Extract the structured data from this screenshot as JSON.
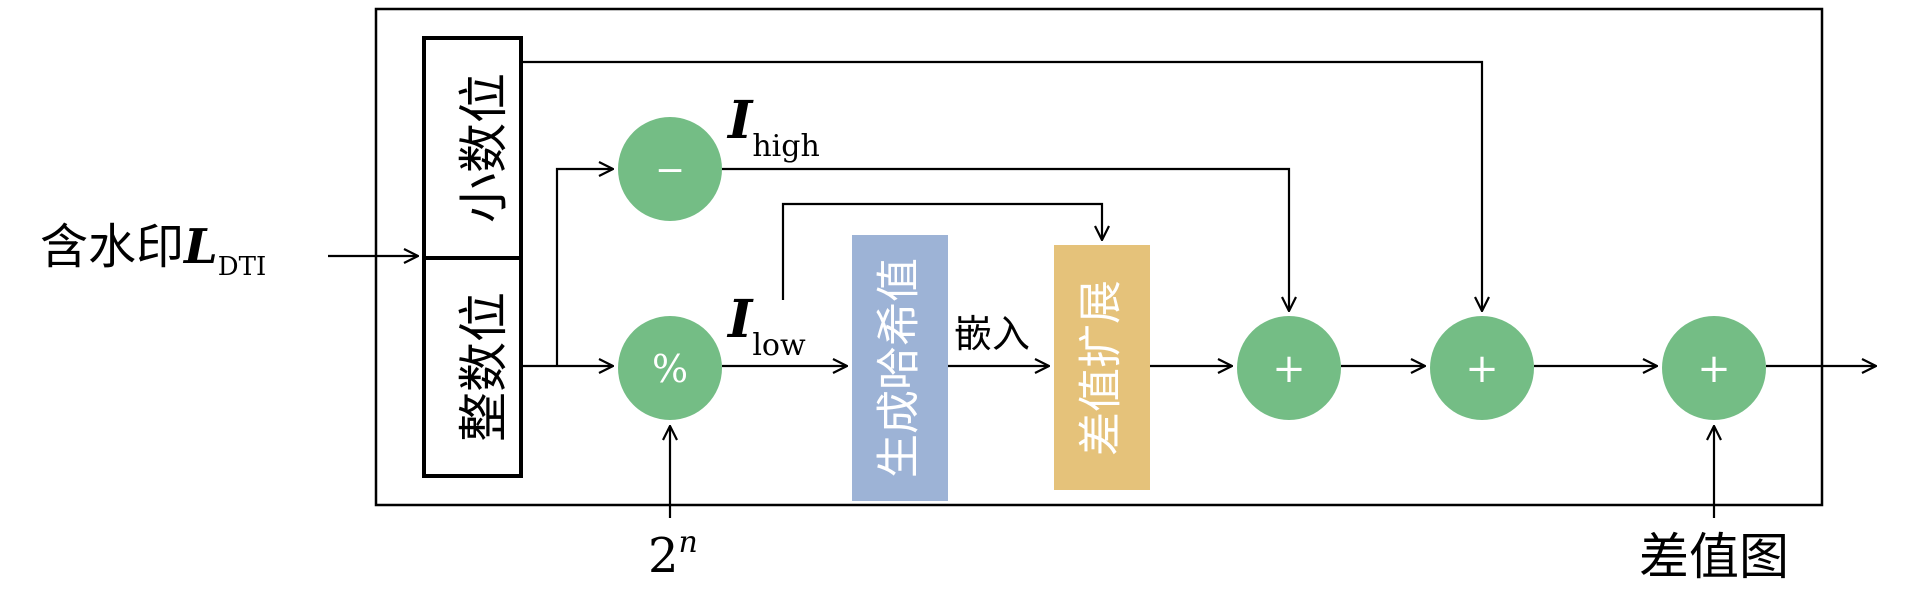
{
  "input_label": {
    "main": "含水印",
    "symbol": "L",
    "subscript": "DTI"
  },
  "blocks": {
    "fraction_bits": "小数位",
    "integer_bits": "整数位",
    "hash": "生成哈希值",
    "expand": "差值扩展"
  },
  "operators": {
    "minus": "−",
    "mod": "%",
    "plus1": "+",
    "plus2": "+",
    "plus3": "+"
  },
  "i_high": {
    "symbol": "I",
    "subscript": "high"
  },
  "i_low": {
    "symbol": "I",
    "subscript": "low"
  },
  "embed_label": "嵌入",
  "modulus": {
    "base": "2",
    "exp": "n"
  },
  "diff_map_label": "差值图",
  "colors": {
    "circle": "#74bd85",
    "hash_block": "#9db3d6",
    "expand_block": "#e5c27a",
    "line": "#000000"
  }
}
